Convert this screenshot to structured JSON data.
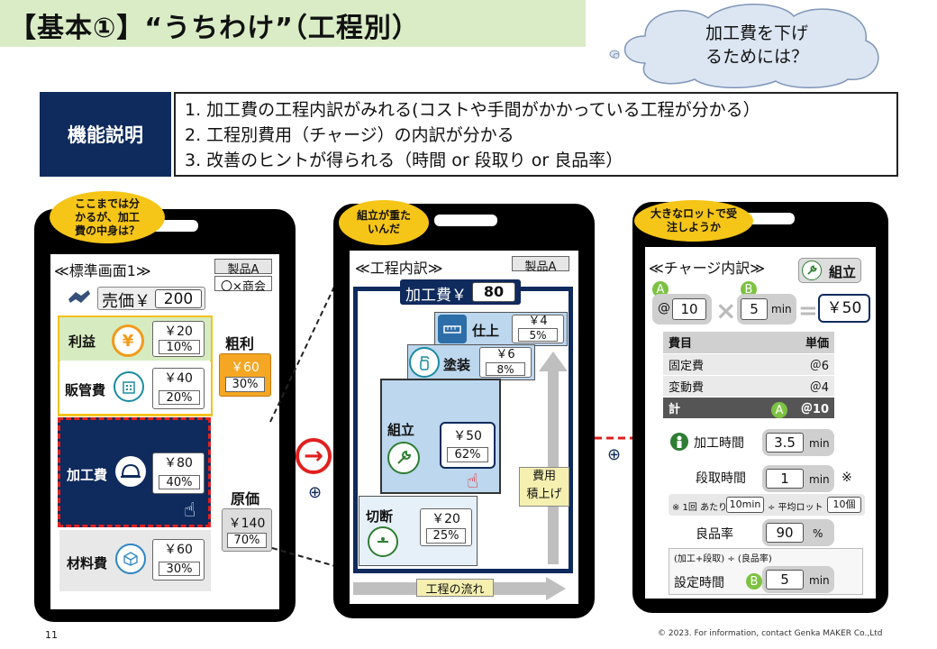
{
  "title": "【基本①】“うちわけ”（工程別）",
  "cloud": {
    "line1": "加工費を下げ",
    "line2": "るためには？"
  },
  "function": {
    "label": "機能説明",
    "items": [
      "1.  加工費の工程内訳がみれる(コストや手間がかかっている工程が分かる）",
      "2.  工程別費用（チャージ）の内訳が分かる",
      "3.  改善のヒントが得られる（時間 or 段取り or 良品率）"
    ]
  },
  "phone1": {
    "bubble": [
      "ここまでは分",
      "かるが、加工",
      "費の中身は？"
    ],
    "header": "≪標準画面1≫",
    "product": "製品A",
    "customer": "〇×商会",
    "price_label": "売価￥",
    "price_value": "200",
    "rows": [
      {
        "label": "利益",
        "amount": "￥20",
        "pct": "10%"
      },
      {
        "label": "販管費",
        "amount": "￥40",
        "pct": "20%"
      },
      {
        "label": "加工費",
        "amount": "￥80",
        "pct": "40%"
      },
      {
        "label": "材料費",
        "amount": "￥60",
        "pct": "30%"
      }
    ],
    "gross_label": "粗利",
    "gross_amount": "￥60",
    "gross_pct": "30%",
    "cost_label": "原価",
    "cost_amount": "￥140",
    "cost_pct": "70%"
  },
  "phone2": {
    "bubble": [
      "組立が重た",
      "いんだ"
    ],
    "header": "≪工程内訳≫",
    "product": "製品A",
    "total_label": "加工費￥",
    "total_value": "80",
    "steps": [
      {
        "label": "仕上",
        "amount": "￥4",
        "pct": "5%"
      },
      {
        "label": "塗装",
        "amount": "￥6",
        "pct": "8%"
      },
      {
        "label": "組立",
        "amount": "￥50",
        "pct": "62%"
      },
      {
        "label": "切断",
        "amount": "￥20",
        "pct": "25%"
      }
    ],
    "stack_label": [
      "費用",
      "積上げ"
    ],
    "flow_label": "工程の流れ"
  },
  "phone3": {
    "bubble": [
      "大きなロットで受",
      "注しようか"
    ],
    "header": "≪チャージ内訳≫",
    "process_button": "組立",
    "badge_a": "A",
    "badge_b": "B",
    "rate_prefix": "@",
    "rate_value": "10",
    "time_value": "5",
    "time_unit": "min",
    "result": "￥50",
    "table_head": [
      "費目",
      "単価"
    ],
    "table_rows": [
      [
        "固定費",
        "＠6"
      ],
      [
        "変動費",
        "＠4"
      ]
    ],
    "table_total": [
      "計",
      "＠10"
    ],
    "proc_time_label": "加工時間",
    "proc_time_value": "3.5",
    "setup_label": "段取時間",
    "setup_value": "1",
    "setup_note": "※",
    "note_prefix": "※ 1回 あたり",
    "note_min": "10min",
    "note_div": "÷ 平均ロット",
    "note_lot": "10個",
    "yield_label": "良品率",
    "yield_value": "90",
    "yield_unit": "%",
    "formula": "(加工+段取) ÷ (良品率)",
    "set_time_label": "設定時間",
    "set_time_value": "5"
  },
  "footer": {
    "page": "11",
    "copyright": "© 2023. For information, contact Genka MAKER Co.,Ltd"
  },
  "colors": {
    "navy": "#0f2a5c",
    "accent_red": "#e02020",
    "gold": "#f5c518",
    "green": "#7dc242"
  }
}
